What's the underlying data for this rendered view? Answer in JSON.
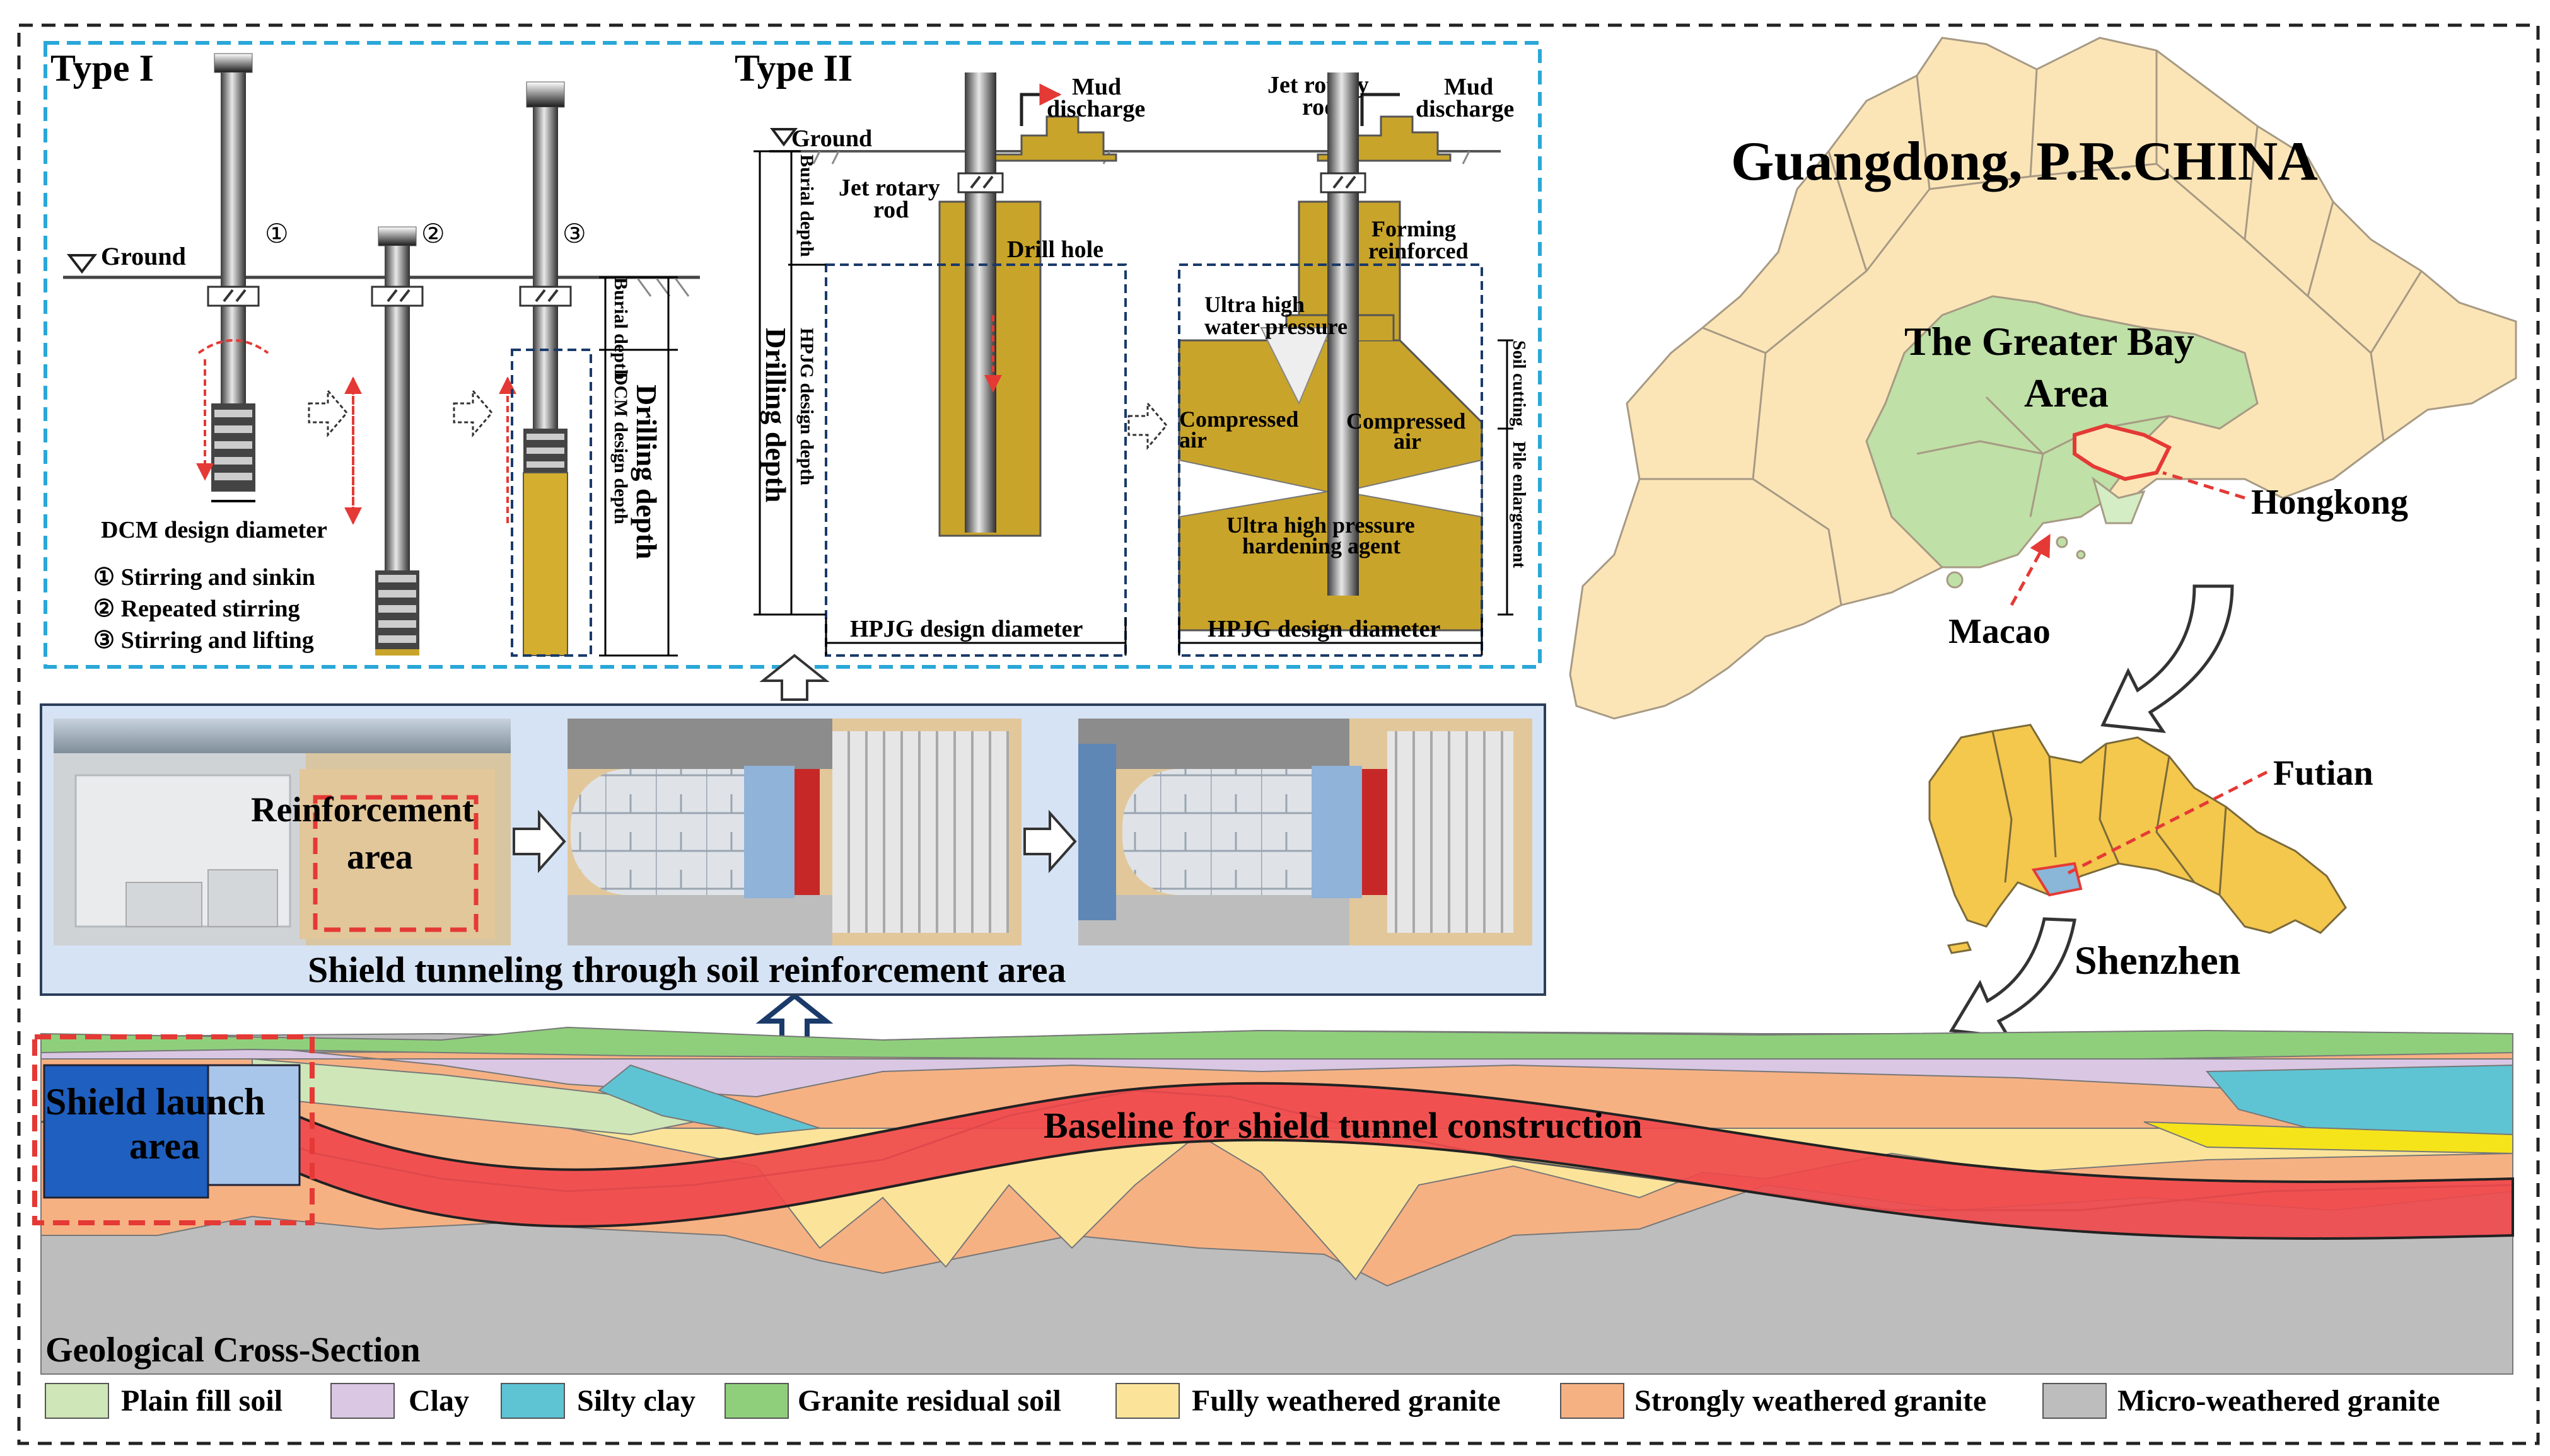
{
  "type1": {
    "title": "Type I",
    "ground": "Ground",
    "markers": [
      "①",
      "②",
      "③"
    ],
    "burial_depth": "Burial depth",
    "dcm_design_depth": "DCM design depth",
    "drilling_depth": "Drilling depth",
    "diameter": "DCM design diameter",
    "steps": [
      "① Stirring and sinkin",
      "② Repeated stirring",
      "③ Stirring and lifting"
    ]
  },
  "type2": {
    "title": "Type II",
    "ground": "Ground",
    "mud_discharge_1": [
      "Mud",
      "discharge"
    ],
    "mud_discharge_2": [
      "Mud",
      "discharge"
    ],
    "jet_rod_left": [
      "Jet rotary",
      "rod"
    ],
    "jet_rod_top": [
      "Jet rotary",
      "rod"
    ],
    "drill_hole": "Drill hole",
    "forming": [
      "Forming",
      "reinforced"
    ],
    "ultra_water": [
      "Ultra high",
      "water pressure"
    ],
    "compressed_left": [
      "Compressed",
      "air"
    ],
    "compressed_right": [
      "Compressed",
      "air"
    ],
    "hardening": [
      "Ultra high pressure",
      "hardening agent"
    ],
    "burial_depth": "Burial depth",
    "hpjg_design_depth": "HPJG design depth",
    "drilling_depth": "Drilling depth",
    "soil_cutting": "Soil cutting",
    "pile_enlargement": "Pile enlargement",
    "diameter_left": "HPJG design diameter",
    "diameter_right": "HPJG design diameter"
  },
  "shield": {
    "reinforcement": [
      "Reinforcement",
      "area"
    ],
    "caption": "Shield tunneling through soil reinforcement area"
  },
  "map": {
    "title": "Guangdong, P.R.CHINA",
    "bay_area": [
      "The Greater Bay",
      "Area"
    ],
    "hongkong": "Hongkong",
    "macao": "Macao",
    "futian": "Futian",
    "shenzhen": "Shenzhen"
  },
  "section": {
    "launch": [
      "Shield launch",
      "area"
    ],
    "baseline": "Baseline for shield tunnel construction",
    "title": "Geological Cross-Section"
  },
  "legend": [
    {
      "label": "Plain fill soil",
      "color": "#cfe6b8"
    },
    {
      "label": "Clay",
      "color": "#d9c7e3"
    },
    {
      "label": "Silty clay",
      "color": "#5ec4d4"
    },
    {
      "label": "Granite residual soil",
      "color": "#8fcf7c"
    },
    {
      "label": "Fully weathered granite",
      "color": "#fbe49a"
    },
    {
      "label": "Strongly weathered granite",
      "color": "#f6b183"
    },
    {
      "label": "Micro-weathered granite",
      "color": "#bdbdbd"
    }
  ],
  "colors": {
    "guangdong": "#fbe5b7",
    "bay_area": "#bfe0a6",
    "shenzhen": "#f4c74d",
    "futian": "#8ab6d8",
    "tunnel": "#f0474a",
    "launch_dark": "#1f5fbf",
    "launch_light": "#a8c6ea"
  }
}
